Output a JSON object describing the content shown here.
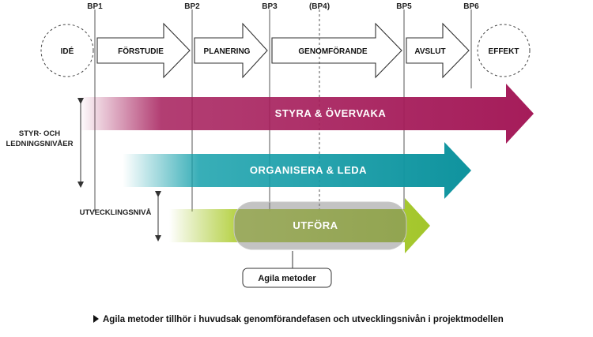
{
  "milestones": [
    "BP1",
    "BP2",
    "BP3",
    "(BP4)",
    "BP5",
    "BP6"
  ],
  "start_circle": "IDÉ",
  "end_circle": "EFFEKT",
  "phases": [
    "FÖRSTUDIE",
    "PLANERING",
    "GENOMFÖRANDE",
    "AVSLUT"
  ],
  "bands": {
    "styra": "STYRA & ÖVERVAKA",
    "organisera": "ORGANISERA & LEDA",
    "utfora": "UTFÖRA"
  },
  "levels": {
    "styr_line1": "STYR- OCH",
    "styr_line2": "LEDNINGSNIVÅER",
    "utveckling": "UTVECKLINGSNIVÅ"
  },
  "callout": "Agila metoder",
  "note": "Agila metoder tillhör i huvudsak genomförandefasen och utvecklingsnivån i projektmodellen",
  "colors": {
    "styra": "#a51c5a",
    "organisera": "#15a0ab",
    "utfora": "#a3c62b",
    "agile_overlay": "#7a7a7a"
  }
}
